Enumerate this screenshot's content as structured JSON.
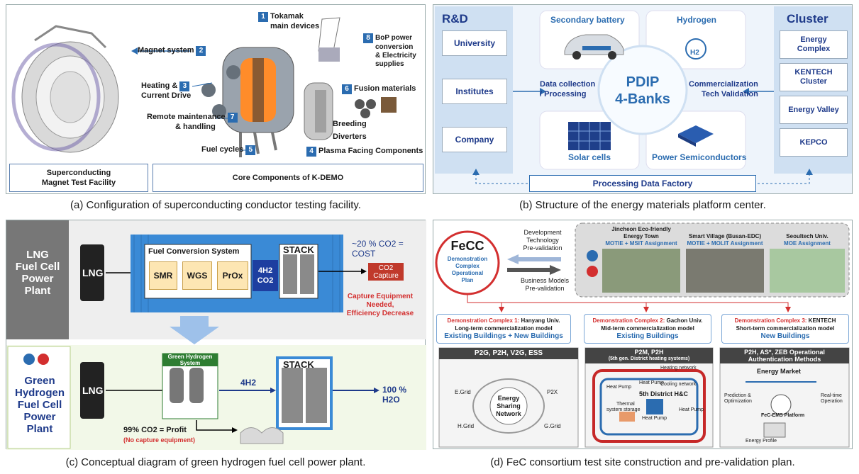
{
  "captions": {
    "a": "(a) Configuration of superconducting conductor testing facility.",
    "b": "(b) Structure of the energy materials platform center.",
    "c": "(c) Conceptual diagram of green hydrogen fuel cell power plant.",
    "d": "(d) FeC consortium test site construction and pre-validation plan."
  },
  "panel_a": {
    "n1": "1",
    "l1a": "Tokamak",
    "l1b": "main devices",
    "n2": "2",
    "l2": "Magnet system",
    "n3": "3",
    "l3a": "Heating &",
    "l3b": "Current Drive",
    "n4": "4",
    "l4": "Plasma Facing Components",
    "n5": "5",
    "l5": "Fuel cycles",
    "n6": "6",
    "l6": "Fusion materials",
    "n7": "7",
    "l7a": "Remote maintenance",
    "l7b": "& handling",
    "n8": "8",
    "l8a": "BoP power",
    "l8b": "conversion",
    "l8c": "& Electricity",
    "l8d": "supplies",
    "breeding": "Breeding",
    "diverters": "Diverters",
    "footer_left_a": "Superconducting",
    "footer_left_b": "Magnet Test Facility",
    "footer_right": "Core Components of K-DEMO"
  },
  "panel_b": {
    "rd_title": "R&D",
    "cluster_title": "Cluster",
    "rd_items": [
      "University",
      "Institutes",
      "Company"
    ],
    "cluster_items": [
      [
        "Energy",
        "Complex"
      ],
      [
        "KENTECH",
        "Cluster"
      ],
      [
        "Energy Valley"
      ],
      [
        "KEPCO"
      ]
    ],
    "secondary_battery": "Secondary battery",
    "hydrogen": "Hydrogen",
    "h2": "H2",
    "solar": "Solar cells",
    "power_semi": "Power Semiconductors",
    "center_a": "PDIP",
    "center_b": "4-Banks",
    "left_mid_a": "Data collection",
    "left_mid_b": "/ Processing",
    "right_mid_a": "Commercialization",
    "right_mid_b": "Tech Validation",
    "factory": "Processing Data Factory"
  },
  "panel_c": {
    "lng_plant": [
      "LNG",
      "Fuel Cell",
      "Power",
      "Plant"
    ],
    "green_plant": [
      "Green",
      "Hydrogen",
      "Fuel Cell",
      "Power",
      "Plant"
    ],
    "lng": "LNG",
    "fuel_conv": "Fuel Conversion System",
    "smr": "SMR",
    "wgs": "WGS",
    "prox": "PrOx",
    "h2co2_a": "4H2",
    "h2co2_b": "CO2",
    "stack": "STACK",
    "cost": "~20 % CO2 = COST",
    "co2_capture_a": "CO2",
    "co2_capture_b": "Capture",
    "warn_a": "Capture Equipment Needed,",
    "warn_b": "Efficiency Decrease",
    "green_system_a": "Green Hydrogen",
    "green_system_b": "System",
    "h2_out": "4H2",
    "h2o_out": "100 % H2O",
    "profit": "99% CO2 = Profit",
    "no_capture": "(No capture equipment)"
  },
  "panel_d": {
    "fecc": "FeCC",
    "fecc_sub": [
      "Demonstration",
      "Complex",
      "Operational",
      "Plan"
    ],
    "dev_tech": [
      "Development",
      "Technology",
      "Pre-validation"
    ],
    "biz": [
      "Business Models",
      "Pre-validation"
    ],
    "sites": [
      {
        "name_a": "Jincheon Eco-friendly",
        "name_b": "Energy Town",
        "assign": "MOTIE + MSIT Assignment"
      },
      {
        "name_a": "Smart Village (Busan-EDC)",
        "name_b": "",
        "assign": "MOTIE + MOLIT Assignment"
      },
      {
        "name_a": "Seoultech Univ.",
        "name_b": "",
        "assign": "MOE Assignment"
      }
    ],
    "complexes": [
      {
        "prefix": "Demonstration Complex 1: ",
        "univ": "Hanyang Univ.",
        "model": "Long-term commercialization model",
        "bld": "Existing Buildings + New Buildings"
      },
      {
        "prefix": "Demonstration Complex 2: ",
        "univ": "Gachon Univ.",
        "model": "Mid-term commercialization model",
        "bld": "Existing Buildings"
      },
      {
        "prefix": "Demonstration Complex 3: ",
        "univ": "KENTECH",
        "model": "Short-term commercialization model",
        "bld": "New Buildings"
      }
    ],
    "sub1": {
      "title": "P2G, P2H, V2G, ESS",
      "center_a": "Energy",
      "center_b": "Sharing",
      "center_c": "Network",
      "egrid": "E.Grid",
      "p2x": "P2X",
      "hgrid": "H.Grid",
      "ggrid": "G.Grid"
    },
    "sub2": {
      "title_a": "P2M, P2H",
      "title_b": "(5th gen. District heating systems)",
      "heating": "Heating network",
      "cooling": "Cooling network",
      "center": "5th District H&C",
      "hp": "Heat Pump",
      "thermal_a": "Thermal",
      "thermal_b": "system storage"
    },
    "sub3": {
      "title_a": "P2H, AS*, ZEB Operational",
      "title_b": "Authentication Methods",
      "market": "Energy Market",
      "platform": "FeC-EMS Platform",
      "pred_a": "Prediction &",
      "pred_b": "Optimization",
      "rt_a": "Real-time",
      "rt_b": "Operation",
      "profile": "Energy Profile"
    }
  },
  "colors": {
    "accent_blue": "#2b6cb0",
    "red": "#d32f2f",
    "dark_blue": "#1e3a8a",
    "light_blue_bg": "#e6f0fb"
  }
}
